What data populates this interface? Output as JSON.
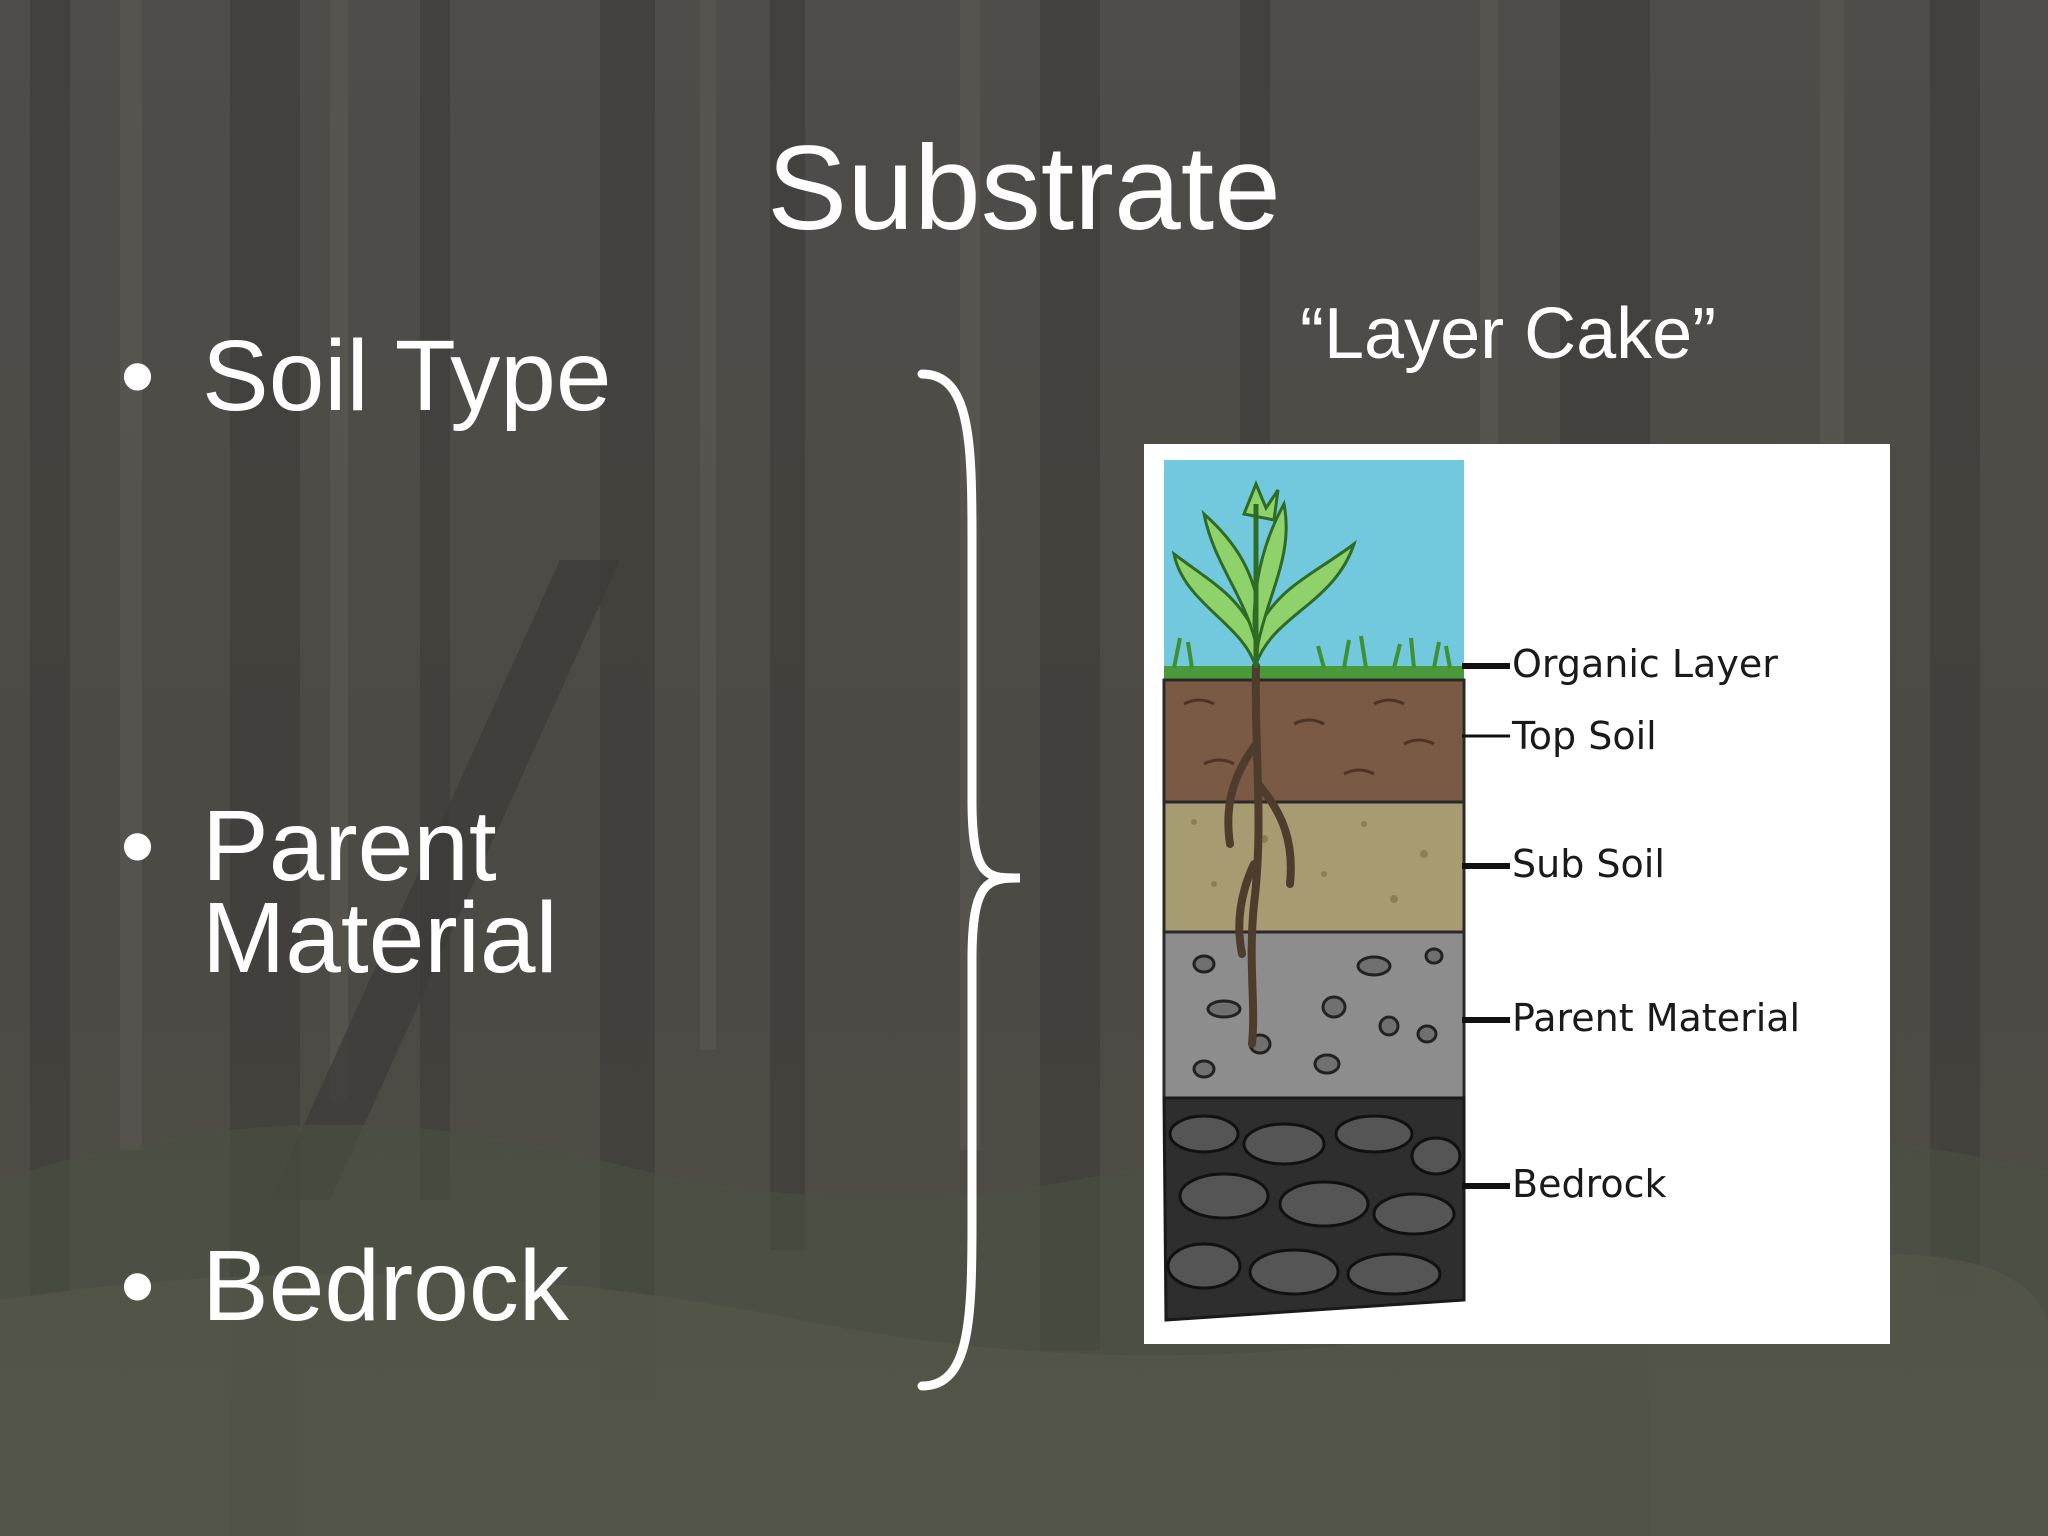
{
  "slide": {
    "title": "Substrate",
    "subtitle": "“Layer Cake”",
    "bullets": [
      {
        "symbol": "•",
        "text": "Soil Type"
      },
      {
        "symbol": "•",
        "lines": [
          "Parent",
          "Material"
        ]
      },
      {
        "symbol": "•",
        "text": "Bedrock"
      }
    ]
  },
  "diagram": {
    "layers": [
      {
        "label": "Organic Layer",
        "color": "#4a9a3a"
      },
      {
        "label": "Top Soil",
        "color": "#7b5a45"
      },
      {
        "label": "Sub Soil",
        "color": "#a79b72"
      },
      {
        "label": "Parent Material",
        "color": "#8d8d8d"
      },
      {
        "label": "Bedrock",
        "color": "#2e2e2e"
      }
    ],
    "sky_color": "#72c8dc"
  },
  "colors": {
    "background": "#4a4a45",
    "text": "#ffffff",
    "panel": "#ffffff"
  }
}
